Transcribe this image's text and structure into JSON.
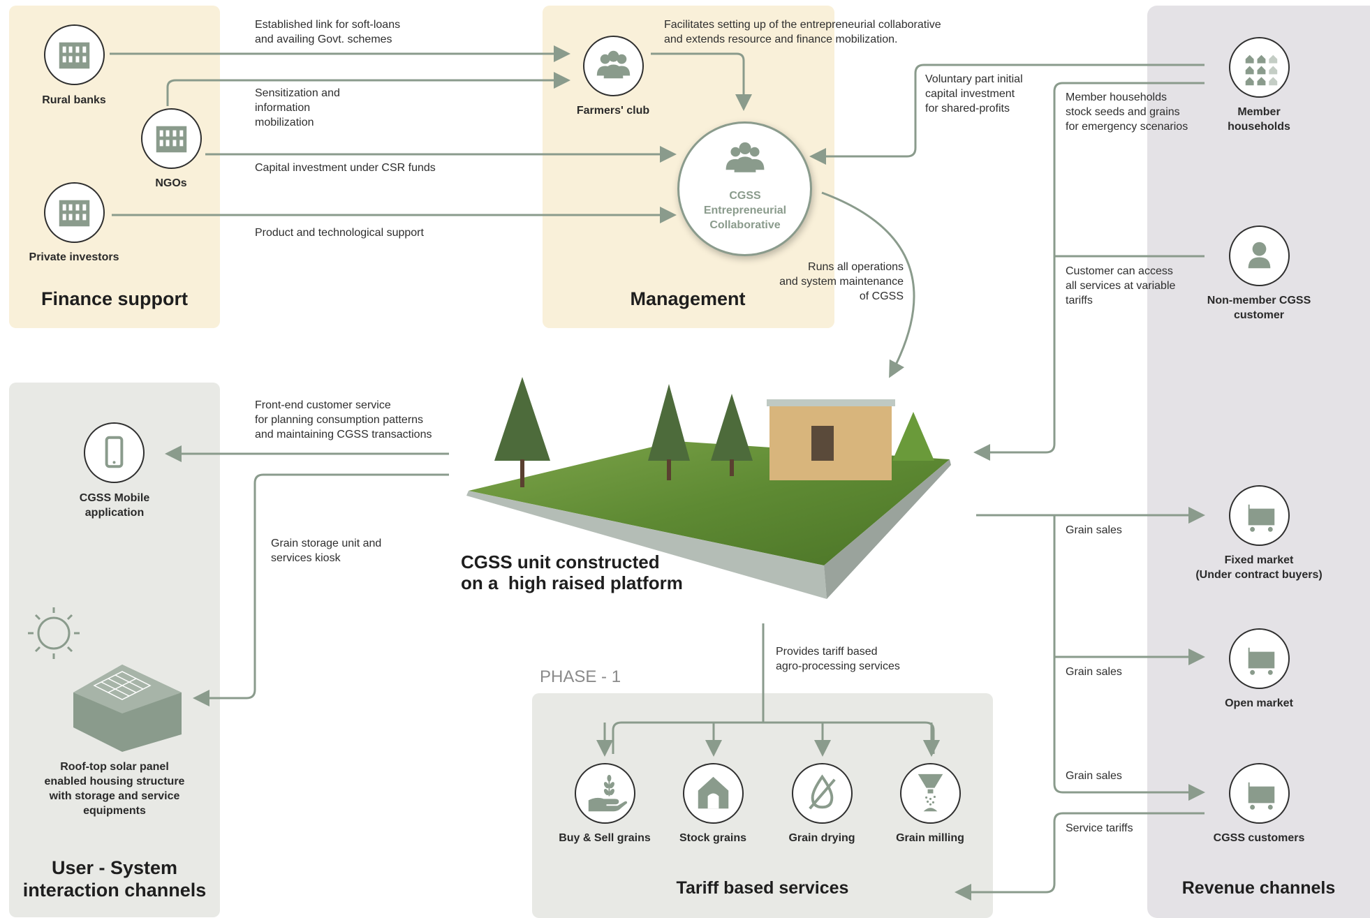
{
  "panels": {
    "finance": "Finance support",
    "management": "Management",
    "user_system": "User - System\ninteraction channels",
    "tariff": "Tariff based services",
    "revenue": "Revenue channels"
  },
  "phase": "PHASE - 1",
  "nodes": {
    "rural_banks": "Rural banks",
    "ngos": "NGOs",
    "private_investors": "Private investors",
    "farmers_club": "Farmers' club",
    "cgss_collab": "CGSS\nEntrepreneurial\nCollaborative",
    "member_households": "Member\nhouseholds",
    "non_member": "Non-member CGSS\ncustomer",
    "mobile_app": "CGSS Mobile\napplication",
    "solar_house": "Roof-top solar panel\nenabled housing structure\nwith storage and service\nequipments",
    "cgss_unit": "CGSS unit constructed\non a  high raised platform",
    "fixed_market": "Fixed market\n(Under contract buyers)",
    "open_market": "Open market",
    "cgss_customers": "CGSS customers"
  },
  "services": [
    {
      "label": "Buy & Sell grains",
      "icon": "hand-grain-icon"
    },
    {
      "label": "Stock grains",
      "icon": "storehouse-icon"
    },
    {
      "label": "Grain drying",
      "icon": "no-water-icon"
    },
    {
      "label": "Grain milling",
      "icon": "mill-icon"
    }
  ],
  "edges": {
    "soft_loans": "Established link for soft-loans\nand availing Govt. schemes",
    "sensitization": "Sensitization and\ninformation\nmobilization",
    "csr": "Capital investment under CSR funds",
    "product_tech": "Product and technological support",
    "facilitates": "Facilitates setting up of the entrepreneurial collaborative\nand extends resource and finance mobilization.",
    "voluntary": "Voluntary part initial\ncapital investment\nfor shared-profits",
    "member_stock": "Member households\nstock seeds and grains\nfor emergency scenarios",
    "customer_access": "Customer can access\nall services at variable\ntariffs",
    "runs_ops": "Runs all operations\nand system maintenance\nof CGSS",
    "front_end": "Front-end customer service\nfor planning consumption patterns\nand maintaining CGSS transactions",
    "grain_storage": "Grain storage unit and\nservices kiosk",
    "tariff_based": "Provides tariff based\nagro-processing services",
    "grain_sales_1": "Grain sales",
    "grain_sales_2": "Grain sales",
    "grain_sales_3": "Grain sales",
    "service_tariffs": "Service tariffs"
  },
  "colors": {
    "finance_bg": "#f9f0d9",
    "management_bg": "#f9f0d9",
    "grey_panel": "#e8e9e5",
    "revenue_bg": "#e4e2e6",
    "line": "#8a9b8c",
    "icon": "#8a9b8c"
  }
}
